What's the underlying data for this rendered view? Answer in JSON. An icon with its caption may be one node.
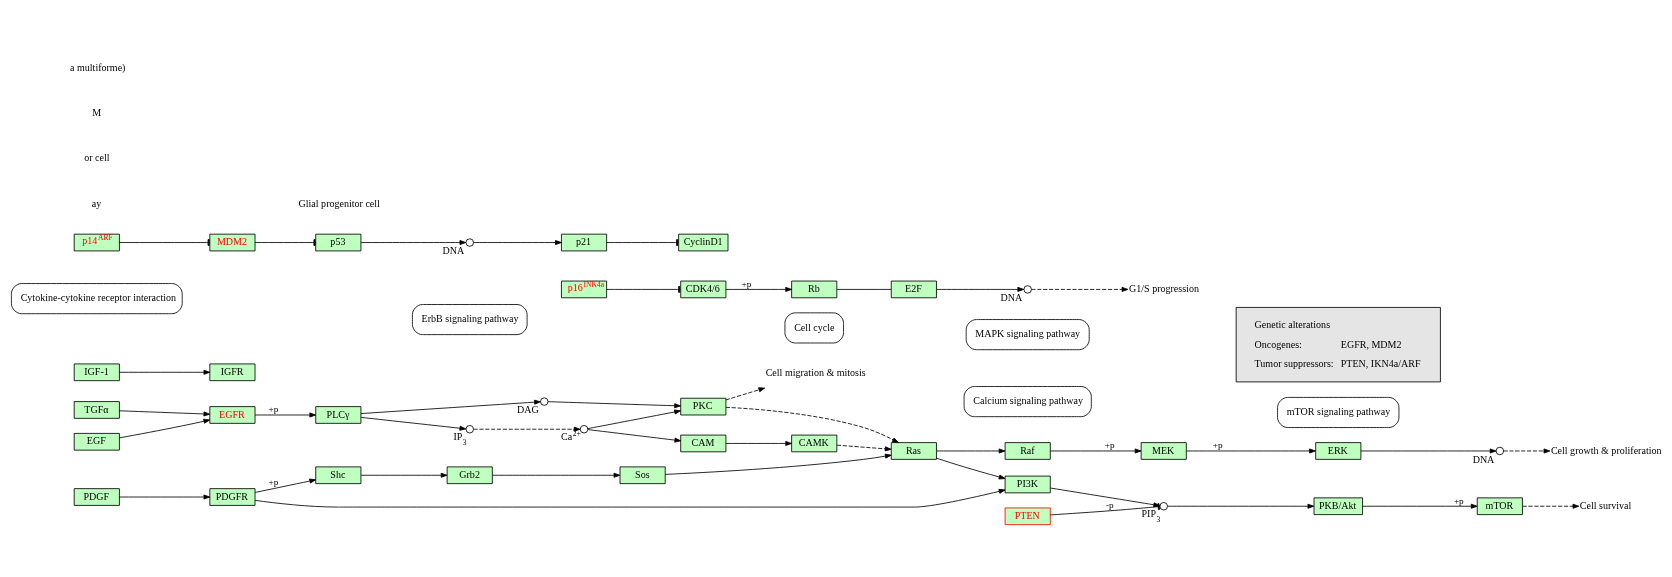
{
  "diagram": {
    "nodes": [
      {
        "text": [
          "EGF"
        ]
      },
      {
        "text": [
          "TGFα"
        ]
      },
      {
        "text": [
          "PDGF"
        ]
      },
      {
        "text": [
          "IGF-1"
        ]
      },
      {
        "text": [
          "EGFR"
        ]
      },
      {
        "text": [
          "PDGFR"
        ]
      },
      {
        "text": [
          "IGFR"
        ]
      },
      {
        "text": [
          "PLCγ"
        ]
      },
      {
        "text": [],
        "shape": "circle",
        "beside": [
          "IP$_{3}$"
        ]
      },
      {
        "text": [],
        "shape": "circle",
        "beside": [
          "Ca$^{2+}$"
        ]
      },
      {
        "text": [],
        "shape": "circle",
        "beside": [
          "DAG"
        ]
      },
      {
        "text": [
          "CAM"
        ]
      },
      {
        "text": [
          "CAMK"
        ]
      },
      {
        "text": [
          "PKC"
        ]
      },
      {
        "text": [
          "Shc"
        ]
      },
      {
        "text": [
          "Grb2"
        ]
      },
      {
        "text": [
          "Sos"
        ]
      },
      {
        "text": [
          "Ras"
        ]
      },
      {
        "text": [
          "Raf"
        ]
      },
      {
        "text": [
          "MEK"
        ]
      },
      {
        "text": [
          "ERK"
        ]
      },
      {
        "text": [],
        "shape": "circle",
        "beside": [
          "DNA"
        ]
      },
      {
        "text": [
          "Cell growth & proliferation"
        ]
      },
      {
        "text": [
          "Cell migration & mitosis"
        ]
      },
      {
        "text": [
          "PI3K"
        ]
      },
      {
        "text": [],
        "shape": "circle",
        "beside": [
          "PIP$_{3}$"
        ]
      },
      {
        "text": [
          "PKB/Akt"
        ]
      },
      {
        "text": [
          "mTOR"
        ]
      },
      {
        "text": [
          "Cell survival"
        ]
      },
      {
        "text": [
          "PTEN"
        ]
      },
      {
        "text": [
          "Cytokine-cytokine receptor interaction"
        ]
      },
      {
        "text": [
          "ErbB signaling pathway"
        ]
      },
      {
        "text": [
          "Calcium signaling pathway"
        ]
      },
      {
        "text": [
          "MAPK signaling pathway"
        ]
      },
      {
        "text": [
          "mTOR signaling pathway"
        ]
      },
      {
        "text": [
          "Cell cycle"
        ]
      },
      {
        "text": [
          "MDM2"
        ]
      },
      {
        "text": [
          "p14$^{ARF}$"
        ]
      },
      {
        "text": [
          "p53"
        ]
      },
      {
        "text": [],
        "shape": "circle",
        "beside": [
          "DNA"
        ]
      },
      {
        "text": [
          "p21"
        ]
      },
      {
        "text": [
          "CyclinD1"
        ]
      },
      {
        "text": [
          "CDK4/6"
        ]
      },
      {
        "text": [
          "p16$^{INK4a}$"
        ]
      },
      {
        "text": [
          "Rb"
        ]
      },
      {
        "text": [
          "E2F"
        ]
      },
      {
        "text": [],
        "shape": "circle",
        "beside": [
          "DNA"
        ]
      },
      {
        "text": [
          "G1/S progression"
        ]
      },
      {
        "text": [
          "Genetic alterations",
          "Oncogenes:",
          "EGFR, MDM2",
          "Tumor suppressors:",
          "PTEN, IKN4a/ARF"
        ]
      }
    ],
    "edges": [
      {
        "from": 0,
        "to": 4,
        "arrow": "to"
      },
      {
        "from": 1,
        "to": 4,
        "arrow": "to"
      },
      {
        "from": 2,
        "to": 5,
        "arrow": "to"
      },
      {
        "from": 3,
        "to": 6,
        "arrow": "to"
      },
      {
        "from": 4,
        "to": 7,
        "arrow": "to",
        "label": "+p"
      },
      {
        "from": 5,
        "to": 14,
        "arrow": "to",
        "label": "+p"
      },
      {
        "from": 5,
        "to": 24,
        "arrow": "to"
      },
      {
        "from": 7,
        "to": 8,
        "arrow": "to"
      },
      {
        "from": 7,
        "to": 10,
        "arrow": "to"
      },
      {
        "from": 8,
        "to": 9,
        "arrow": "to",
        "style": "dashed"
      },
      {
        "from": 9,
        "to": 11,
        "arrow": "to"
      },
      {
        "from": 9,
        "to": 13,
        "arrow": "to"
      },
      {
        "from": 10,
        "to": 13,
        "arrow": "to"
      },
      {
        "from": 11,
        "to": 12,
        "arrow": "to"
      },
      {
        "from": 12,
        "to": 17,
        "arrow": "to",
        "style": "dashed"
      },
      {
        "from": 13,
        "to": 17,
        "arrow": "to",
        "style": "dashed"
      },
      {
        "from": 13,
        "to": 23,
        "arrow": "to",
        "style": "dashed"
      },
      {
        "from": 14,
        "to": 15,
        "arrow": "to"
      },
      {
        "from": 15,
        "to": 16,
        "arrow": "to"
      },
      {
        "from": 16,
        "to": 17,
        "arrow": "to"
      },
      {
        "from": 17,
        "to": 18,
        "arrow": "to"
      },
      {
        "from": 18,
        "to": 19,
        "arrow": "to",
        "label": "+p"
      },
      {
        "from": 19,
        "to": 20,
        "arrow": "to",
        "label": "+p"
      },
      {
        "from": 20,
        "to": 21,
        "arrow": "to"
      },
      {
        "from": 21,
        "to": 22,
        "arrow": "to",
        "style": "dashed"
      },
      {
        "from": 17,
        "to": 24,
        "arrow": "to"
      },
      {
        "from": 24,
        "to": 25,
        "arrow": "to"
      },
      {
        "from": 25,
        "to": 26,
        "arrow": "to"
      },
      {
        "from": 26,
        "to": 27,
        "arrow": "to",
        "label": "+p"
      },
      {
        "from": 27,
        "to": 28,
        "arrow": "to",
        "style": "dashed"
      },
      {
        "from": 29,
        "to": 25,
        "arrow": "other",
        "label": "-p"
      },
      {
        "from": 36,
        "to": 38,
        "arrow": "other"
      },
      {
        "from": 37,
        "to": 36,
        "arrow": "other"
      },
      {
        "from": 38,
        "to": 39,
        "arrow": "to"
      },
      {
        "from": 39,
        "to": 40,
        "arrow": "to"
      },
      {
        "from": 40,
        "to": 41,
        "arrow": "other"
      },
      {
        "from": 43,
        "to": 42,
        "arrow": "other"
      },
      {
        "from": 42,
        "to": 44,
        "arrow": "to",
        "label": "+p"
      },
      {
        "from": 44,
        "to": 45,
        "arrow": "none"
      },
      {
        "from": 45,
        "to": 46,
        "arrow": "to"
      },
      {
        "from": 46,
        "to": 47,
        "arrow": "to",
        "style": "dashed"
      }
    ],
    "labels": [
      "ay",
      "or cell",
      "Glial progenitor cell",
      "M",
      "a multiforme)"
    ]
  }
}
